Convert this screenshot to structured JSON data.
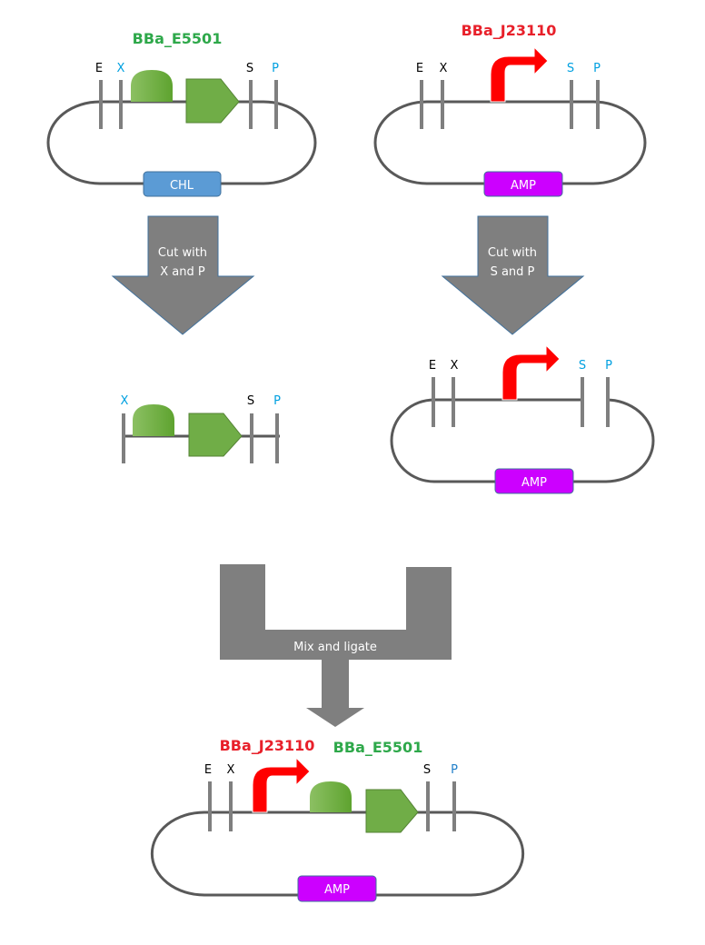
{
  "colors": {
    "backbone": "#595959",
    "site_tick": "#7f7f7f",
    "green_part": "#70ad47",
    "green_label": "#2ea84a",
    "promoter": "#ff0000",
    "red_label": "#e8202a",
    "blue_site": "#00a0e0",
    "chl_box": "#5b9bd5",
    "amp_box": "#cc00ff",
    "flow_arrow": "#7f7f7f",
    "black_site": "#000000"
  },
  "plasmid_e5501": {
    "title": "BBa_E5501",
    "sites": [
      "E",
      "X",
      "S",
      "P"
    ],
    "resistance": "CHL"
  },
  "plasmid_j23110": {
    "title": "BBa_J23110",
    "sites": [
      "E",
      "X",
      "S",
      "P"
    ],
    "resistance": "AMP"
  },
  "cut_left": {
    "line1": "Cut with",
    "line2": "X and P"
  },
  "cut_right": {
    "line1": "Cut with",
    "line2": "S and P"
  },
  "insert_fragment": {
    "sites": [
      "X",
      "S",
      "P"
    ]
  },
  "cut_vector": {
    "sites": [
      "E",
      "X",
      "S",
      "P"
    ],
    "resistance": "AMP"
  },
  "ligate": {
    "label": "Mix and ligate"
  },
  "product": {
    "promoter_title": "BBa_J23110",
    "part_title": "BBa_E5501",
    "sites": [
      "E",
      "X",
      "S",
      "P"
    ],
    "resistance": "AMP"
  }
}
